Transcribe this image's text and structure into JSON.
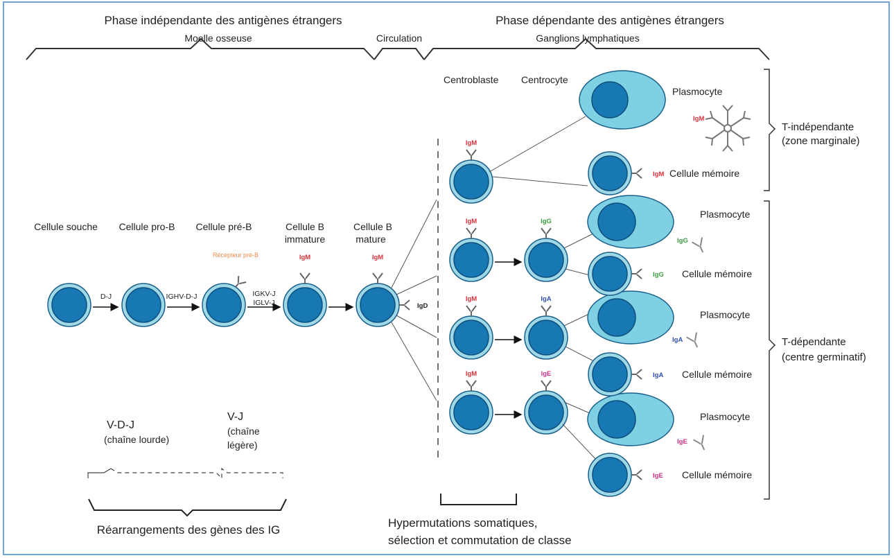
{
  "header": {
    "left_phase": "Phase indépendante des antigènes étrangers",
    "left_location": "Moelle osseuse",
    "middle_location": "Circulation",
    "right_phase": "Phase dépendante des antigènes étrangers",
    "right_location": "Ganglions lymphatiques"
  },
  "stages": {
    "stem": "Cellule souche",
    "pro_b": "Cellule pro-B",
    "pre_b": "Cellule pré-B",
    "immature_1": "Cellule B",
    "immature_2": "immature",
    "mature_1": "Cellule B",
    "mature_2": "mature"
  },
  "transitions": {
    "dj": "D-J",
    "ighv": "IGHV-D-J",
    "igkv": "IGKV-J",
    "iglv": "IGLV-J"
  },
  "receptor_label": "Récepteur pré-B",
  "germinal": {
    "centroblast": "Centroblaste",
    "centrocyte": "Centrocyte"
  },
  "outcomes": {
    "plasmocyte": "Plasmocyte",
    "memory": "Cellule mémoire"
  },
  "isotypes": {
    "igm": "IgM",
    "igd": "IgD",
    "igg": "IgG",
    "iga": "IgA",
    "ige": "IgE"
  },
  "side_labels": {
    "t_indep_1": "T-indépendante",
    "t_indep_2": "(zone marginale)",
    "t_dep_1": "T-dépendante",
    "t_dep_2": "(centre germinatif)"
  },
  "rearrangement": {
    "vdj": "V-D-J",
    "vdj_sub": "(chaîne lourde)",
    "vj": "V-J",
    "vj_sub1": "(chaîne",
    "vj_sub2": "légère)",
    "title": "Réarrangements des gènes des IG"
  },
  "hypermutation": {
    "line1": "Hypermutations somatiques,",
    "line2": "sélection et commutation de classe"
  },
  "colors": {
    "cell_outer": "#9fd8e6",
    "cell_core": "#1878b4",
    "plasma_body": "#7fd0e2",
    "igm": "#e0303a",
    "igg": "#3aa040",
    "iga": "#3050b0",
    "ige": "#d0308a",
    "receptor": "#f08a4a",
    "frame": "#6fa3d6"
  }
}
